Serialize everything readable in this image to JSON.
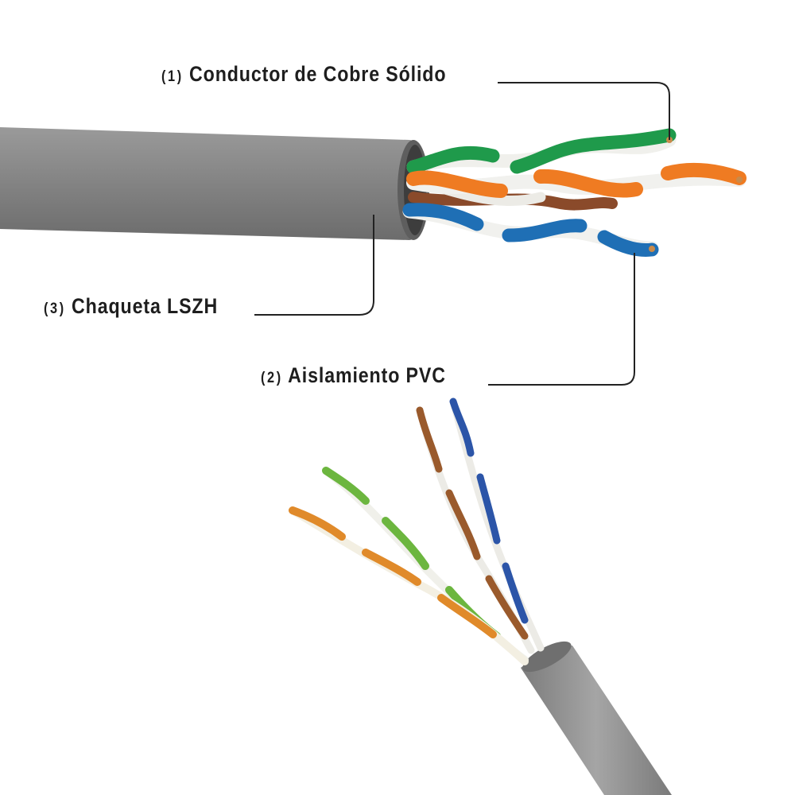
{
  "labels": [
    {
      "number": "(1)",
      "text": "Conductor de Cobre Sólido"
    },
    {
      "number": "(2)",
      "text": "Aislamiento PVC"
    },
    {
      "number": "(3)",
      "text": "Chaqueta LSZH"
    }
  ],
  "colors": {
    "jacket": "#808080",
    "jacket_dark": "#6a6a6a",
    "green": "#1f9a4b",
    "orange": "#ef7b22",
    "blue": "#1f6fb5",
    "brown": "#8a4a2a",
    "white_wire": "#f1f1ee",
    "leader_line": "#222222",
    "text": "#1e1e1e"
  },
  "icons": [
    "utp-cable-cross-section-illustration",
    "utp-cable-fanned-pairs-photo"
  ]
}
